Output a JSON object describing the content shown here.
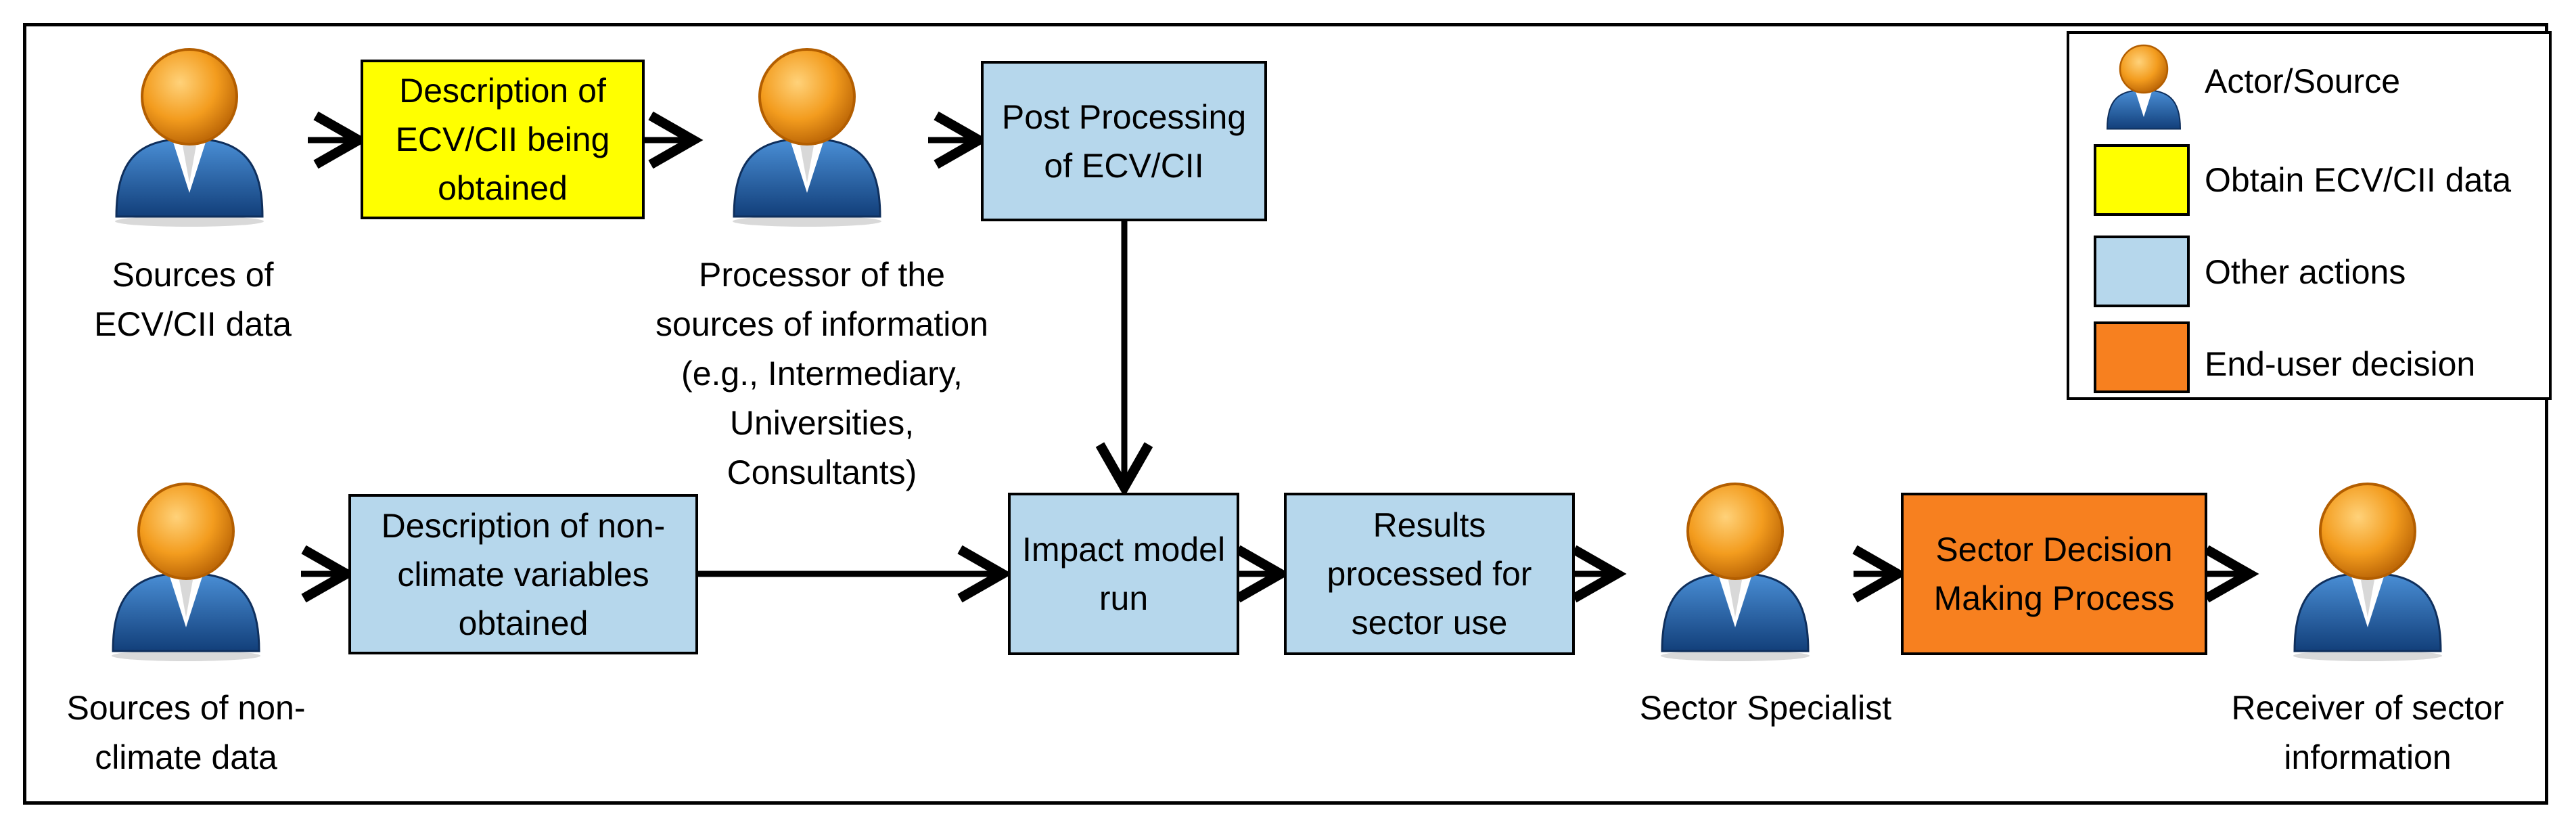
{
  "boxes": {
    "desc_ecv": "Description of ECV/CII being obtained",
    "post_processing": "Post Processing of ECV/CII",
    "desc_nonclimate": "Description of non-climate variables obtained",
    "impact_model": "Impact model run",
    "results_processed": "Results processed for sector use",
    "sector_decision": "Sector Decision Making Process"
  },
  "actors": {
    "sources_ecv": [
      "Sources of",
      "ECV/CII data"
    ],
    "processor": [
      "Processor of the",
      "sources of information",
      "(e.g., Intermediary,",
      "Universities,",
      "Consultants)"
    ],
    "sources_nonclimate": [
      "Sources of non-",
      "climate data"
    ],
    "sector_specialist": [
      "Sector Specialist"
    ],
    "receiver": [
      "Receiver of sector",
      "information"
    ]
  },
  "legend": {
    "actor": "Actor/Source",
    "obtain": "Obtain ECV/CII data",
    "other": "Other actions",
    "enduser": "End-user decision"
  },
  "colors": {
    "obtain": "#ffff00",
    "other": "#b6d7ec",
    "enduser": "#f7801f",
    "actor_head": "#f39c1e",
    "actor_body": "#1f5ea8"
  }
}
